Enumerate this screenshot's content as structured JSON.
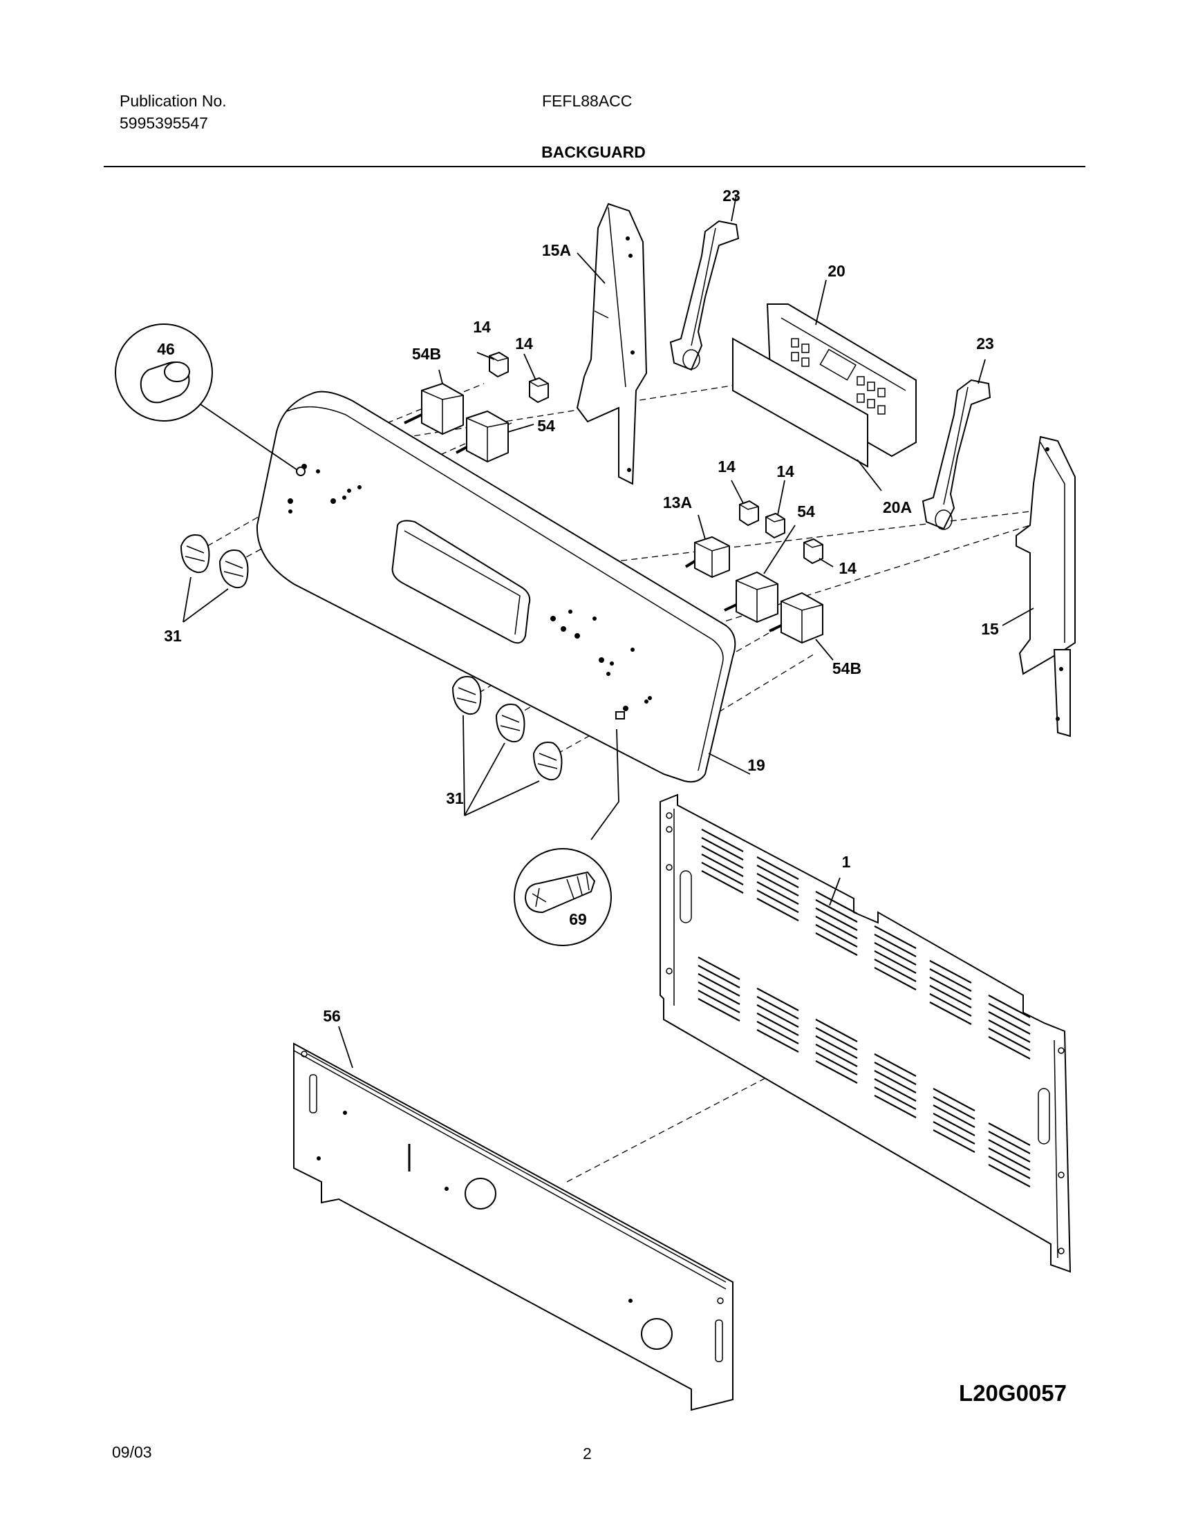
{
  "header": {
    "publication_label": "Publication No.",
    "publication_number": "5995395547",
    "model": "FEFL88ACC",
    "section_title": "BACKGUARD"
  },
  "diagram": {
    "callouts": {
      "c46": "46",
      "c54b_top": "54B",
      "c14_a": "14",
      "c14_b": "14",
      "c54_top": "54",
      "c15a": "15A",
      "c23_top": "23",
      "c20": "20",
      "c23_right": "23",
      "c20a": "20A",
      "c14_c": "14",
      "c14_d": "14",
      "c13a": "13A",
      "c54_mid": "54",
      "c14_e": "14",
      "c15": "15",
      "c54b_mid": "54B",
      "c31_left": "31",
      "c31_bottom": "31",
      "c19": "19",
      "c1": "1",
      "c69": "69",
      "c56": "56"
    }
  },
  "footer": {
    "date": "09/03",
    "page_number": "2",
    "drawing_code": "L20G0057"
  }
}
